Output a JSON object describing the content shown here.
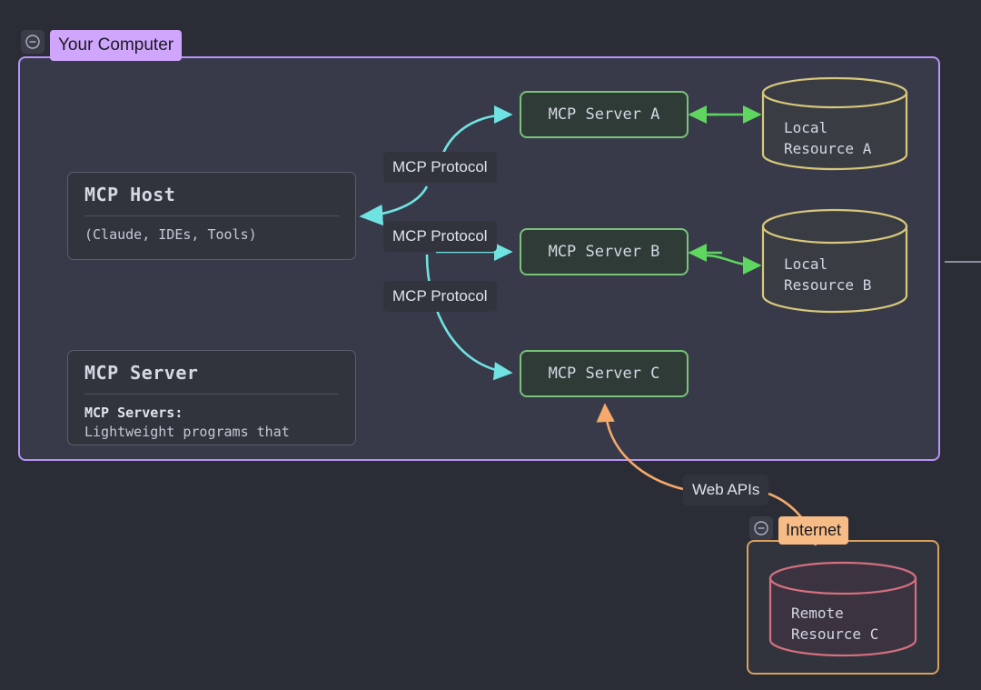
{
  "groups": {
    "computer": {
      "label": "Your Computer",
      "border_color": "#b794f6",
      "collapse_icon": "minus-circle-icon"
    },
    "internet": {
      "label": "Internet",
      "border_color": "#d9a05b",
      "collapse_icon": "minus-circle-icon"
    }
  },
  "cards": {
    "host": {
      "title": "MCP Host",
      "body": "(Claude, IDEs, Tools)"
    },
    "server": {
      "title": "MCP Server",
      "body_label": "MCP Servers:",
      "body_text": "Lightweight programs that"
    }
  },
  "nodes": {
    "server_a": "MCP Server A",
    "server_b": "MCP Server B",
    "server_c": "MCP Server C"
  },
  "resources": {
    "local_a_line1": "Local",
    "local_a_line2": "Resource A",
    "local_b_line1": "Local",
    "local_b_line2": "Resource B",
    "remote_c_line1": "Remote",
    "remote_c_line2": "Resource C"
  },
  "edge_labels": {
    "protocol_1": "MCP Protocol",
    "protocol_2": "MCP Protocol",
    "protocol_3": "MCP Protocol",
    "web_apis": "Web APIs"
  },
  "colors": {
    "canvas_bg": "#2b2d36",
    "computer_bg": "#383a4a",
    "node_border": "#79c379",
    "cylinder_local": "#d7c77a",
    "cylinder_remote": "#d4707f",
    "protocol_arrow": "#6fe3e1",
    "resource_arrow": "#5fd65f",
    "web_arrow": "#f5a96a",
    "label_purple": "#cfa6fb",
    "label_orange": "#f7bc86"
  }
}
